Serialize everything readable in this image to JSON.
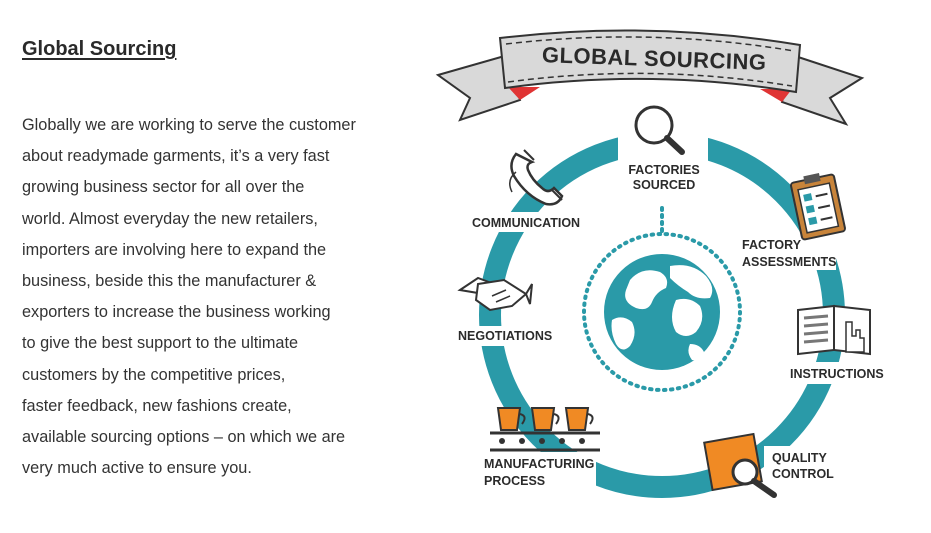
{
  "article": {
    "heading": "Global Sourcing",
    "lines": [
      "Globally we are working to serve the customer",
      "about readymade garments, it’s a very fast",
      "growing    business   sector for all over the",
      "world. Almost    everyday the new retailers,",
      "importers are   involving here to    expand the",
      "business, beside   this   the    manufacturer &",
      "exporters to    increase the    business working",
      "to give the best support to the ultimate",
      "customers    by the    competitive   prices,",
      "faster feedback,   new fashions  create,",
      "available sourcing options – on   which  we are",
      "very much active to ensure you."
    ]
  },
  "diagram": {
    "banner_title": "GLOBAL SOURCING",
    "stages": {
      "factories_sourced": [
        "FACTORIES",
        "SOURCED"
      ],
      "factory_assessments": [
        "FACTORY",
        "ASSESSMENTS"
      ],
      "instructions": [
        "INSTRUCTIONS"
      ],
      "quality_control": [
        "QUALITY",
        "CONTROL"
      ],
      "manufacturing_process": [
        "MANUFACTURING",
        "PROCESS"
      ],
      "negotiations": [
        "NEGOTIATIONS"
      ],
      "communication": [
        "COMMUNICATION"
      ]
    },
    "colors": {
      "ring": "#2a9aa8",
      "accent": "#f08a24",
      "banner": "#d9d9d9",
      "banner_red": "#e03434",
      "ink": "#2b2b2b"
    }
  }
}
